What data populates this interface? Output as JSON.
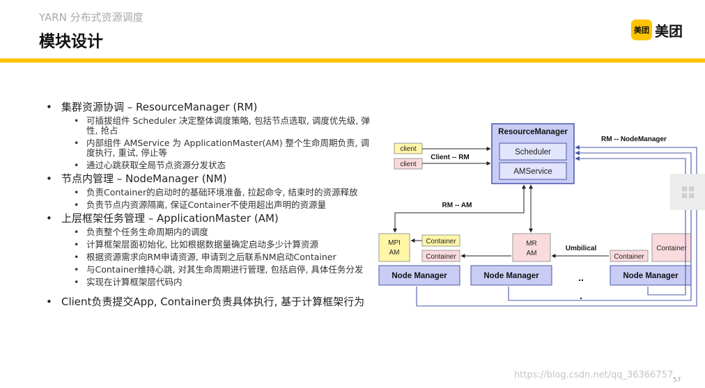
{
  "header": {
    "subtitle": "YARN 分布式资源调度",
    "title": "模块设计",
    "logo_badge": "美团",
    "logo_text": "美团"
  },
  "bullets": [
    {
      "text": "集群资源协调 – ResourceManager (RM)",
      "children": [
        "可插拔组件 Scheduler 决定整体调度策略, 包括节点选取, 调度优先级, 弹性, 抢占",
        "内部组件 AMService 为 ApplicationMaster(AM) 整个生命周期负责, 调度执行, 重试, 停止等",
        "通过心跳获取全局节点资源分发状态"
      ]
    },
    {
      "text": "节点内管理 – NodeManager (NM)",
      "children": [
        "负责Container的启动时的基础环境准备, 拉起命令, 结束时的资源释放",
        "负责节点内资源隔离, 保证Container不使用超出声明的资源量"
      ]
    },
    {
      "text": "上层框架任务管理 – ApplicationMaster (AM)",
      "children": [
        "负责整个任务生命周期内的调度",
        "计算框架层面初始化, 比如根据数据量确定启动多少计算资源",
        "根据资源需求向RM申请资源, 申请到之后联系NM启动Container",
        "与Container维持心跳, 对其生命周期进行管理, 包括启停, 具体任务分发",
        "实现在计算框架层代码内"
      ]
    },
    {
      "text": "Client负责提交App, Container负责具体执行, 基于计算框架行为",
      "children": []
    }
  ],
  "diagram": {
    "rm_title": "ResourceManager",
    "scheduler": "Scheduler",
    "amservice": "AMService",
    "client1": "client",
    "client2": "client",
    "client_rm_label": "Client -- RM",
    "rm_nm_label": "RM -- NodeManager",
    "rm_am_label": "RM -- AM",
    "umbilical_label": "Umbilical",
    "mpi_am_line1": "MPI",
    "mpi_am_line2": "AM",
    "mr_am_line1": "MR",
    "mr_am_line2": "AM",
    "container": "Container",
    "node_manager": "Node Manager",
    "dots1": "..",
    "dots2": "."
  },
  "colors": {
    "accent": "#ffc300",
    "rm_fill": "#c9cdf5",
    "nm_fill": "#c9cdf5",
    "client_fill": "#fff6a8",
    "pink_fill": "#fadadd",
    "arrow": "#4a55a8"
  },
  "footer": {
    "watermark": "https://blog.csdn.net/qq_36366757",
    "page_number": "57"
  }
}
